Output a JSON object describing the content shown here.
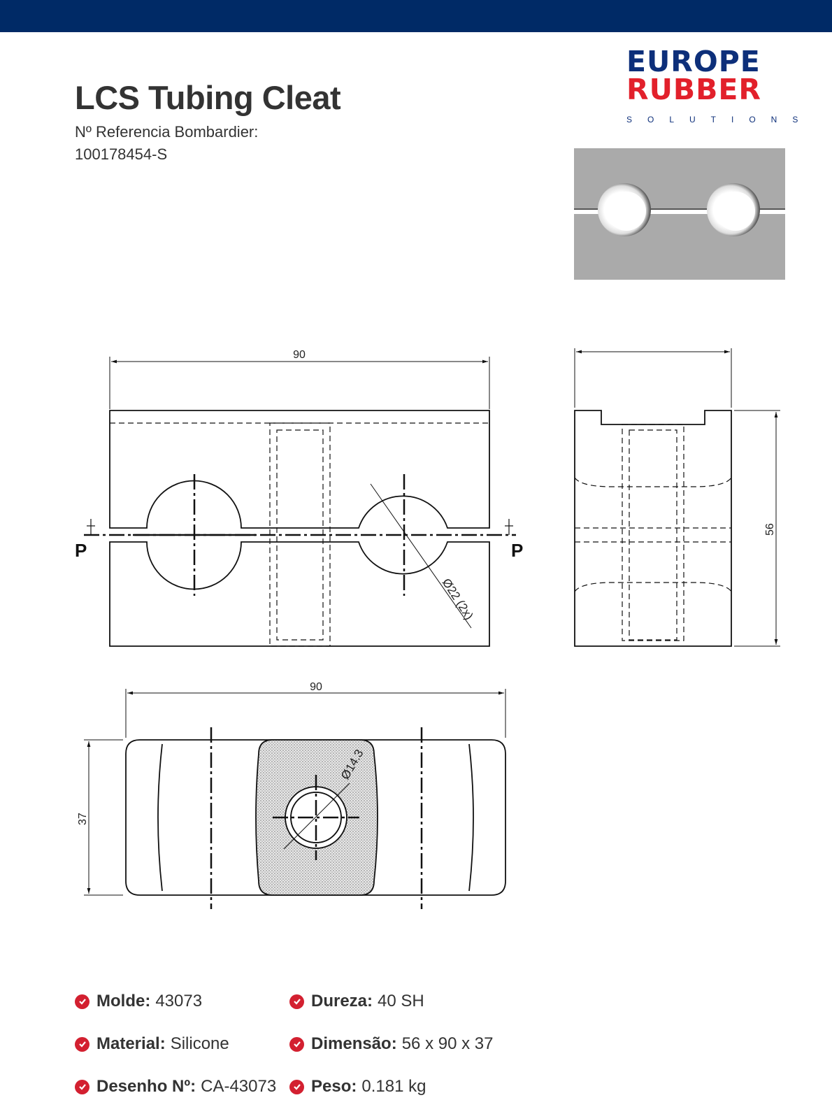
{
  "header": {
    "title": "LCS Tubing Cleat",
    "reference_label": "Nº Referencia Bombardier:",
    "reference_value": "100178454-S"
  },
  "logo": {
    "line1": "EUROPE",
    "line2": "RUBBER",
    "line3": "SOLUTIONS"
  },
  "colors": {
    "topbar": "#002a66",
    "brand_blue": "#0d2f7a",
    "brand_red": "#e2202b",
    "check_red": "#d32030"
  },
  "drawing": {
    "front_width": "90",
    "side_height": "56",
    "bottom_width": "90",
    "bottom_height": "37",
    "hole_diameter": "Ø22 (2x)",
    "tube_diameter": "Ø14.3",
    "section_label_left": "P",
    "section_label_right": "P"
  },
  "specs": [
    {
      "key": "Molde:",
      "value": "43073"
    },
    {
      "key": "Dureza:",
      "value": "40 SH"
    },
    {
      "key": "Material:",
      "value": "Silicone"
    },
    {
      "key": "Dimensão:",
      "value": "56 x 90 x 37"
    },
    {
      "key": "Desenho Nº:",
      "value": "CA-43073"
    },
    {
      "key": "Peso:",
      "value": "0.181 kg"
    }
  ]
}
